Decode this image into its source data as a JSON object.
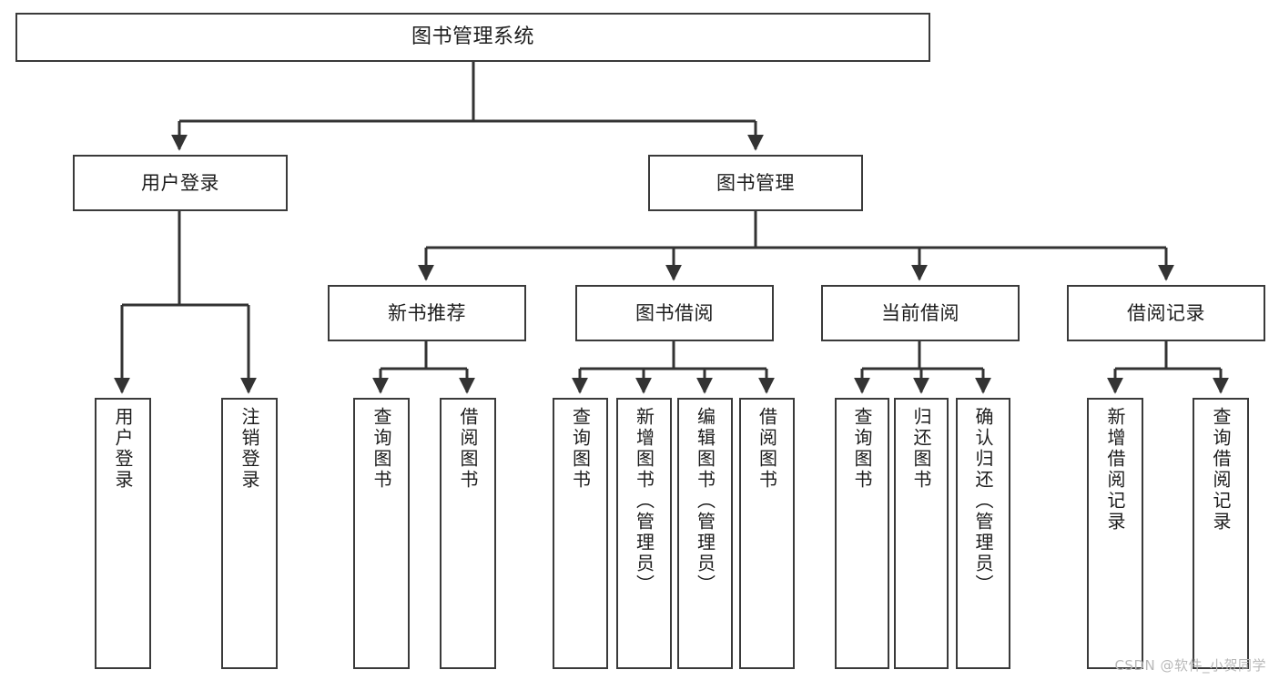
{
  "diagram": {
    "title": "图书管理系统",
    "type": "tree",
    "orientation": "top-down",
    "colors": {
      "box_border": "#3a3a3a",
      "box_fill": "#ffffff",
      "connector": "#333333",
      "text": "#1d1d1d",
      "watermark": "#b8b8b8",
      "background": "#ffffff"
    }
  },
  "root": {
    "label": "图书管理系统"
  },
  "level1": [
    {
      "label": "用户登录"
    },
    {
      "label": "图书管理"
    }
  ],
  "level2": [
    {
      "label": "新书推荐"
    },
    {
      "label": "图书借阅"
    },
    {
      "label": "当前借阅"
    },
    {
      "label": "借阅记录"
    }
  ],
  "leaves": {
    "user_login": [
      {
        "label": "用户登录"
      },
      {
        "label": "注销登录"
      }
    ],
    "new_book_recommend": [
      {
        "label": "查询图书"
      },
      {
        "label": "借阅图书"
      }
    ],
    "book_borrow": [
      {
        "label": "查询图书"
      },
      {
        "label": "新增图书（管理员）"
      },
      {
        "label": "编辑图书（管理员）"
      },
      {
        "label": "借阅图书"
      }
    ],
    "current_borrow": [
      {
        "label": "查询图书"
      },
      {
        "label": "归还图书"
      },
      {
        "label": "确认归还（管理员）"
      }
    ],
    "borrow_record": [
      {
        "label": "新增借阅记录"
      },
      {
        "label": "查询借阅记录"
      }
    ]
  },
  "watermark": {
    "text": "CSDN @软件_小贺同学"
  }
}
